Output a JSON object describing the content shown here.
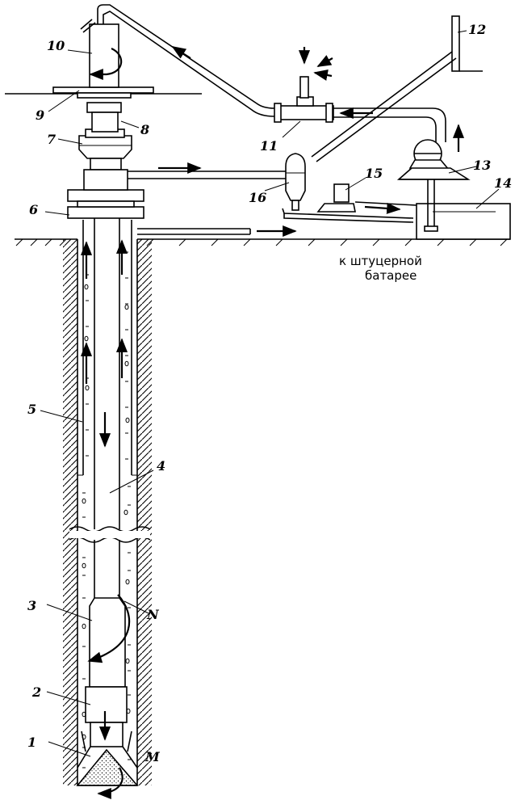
{
  "callouts": {
    "n1": "1",
    "n2": "2",
    "n3": "3",
    "n4": "4",
    "n5": "5",
    "n6": "6",
    "n7": "7",
    "n8": "8",
    "n9": "9",
    "n10": "10",
    "n11": "11",
    "n12": "12",
    "n13": "13",
    "n14": "14",
    "n15": "15",
    "n16": "16",
    "pointN": "N",
    "pointM": "M"
  },
  "caption": {
    "line1": "к штуцерной",
    "line2": "батарее"
  }
}
